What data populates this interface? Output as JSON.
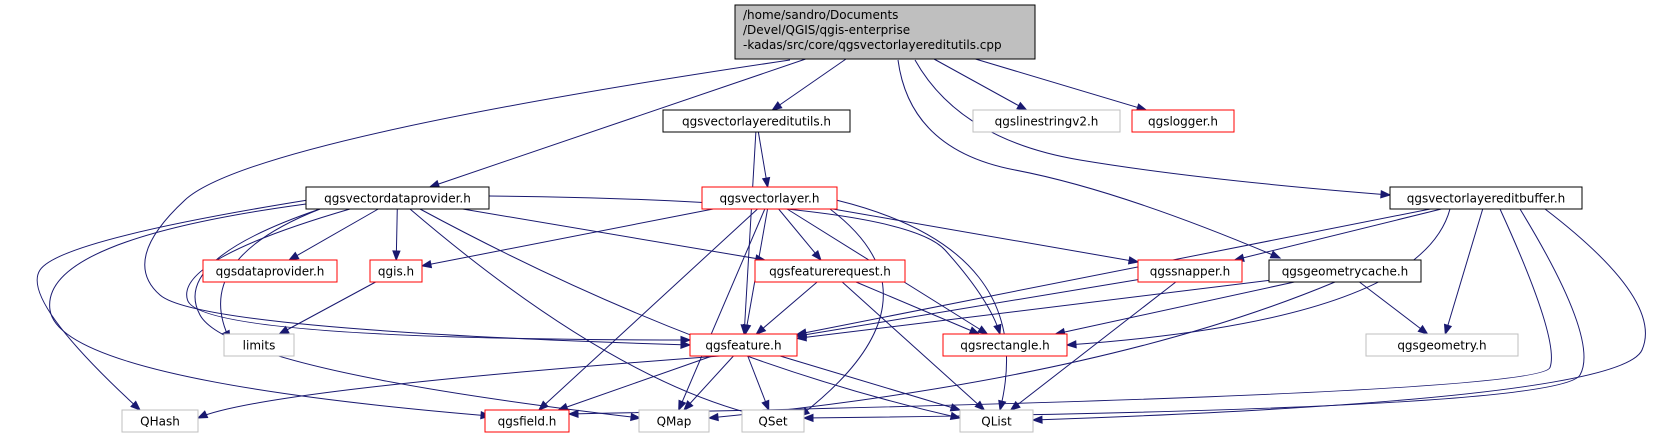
{
  "diagram": {
    "nodes": [
      {
        "id": "root",
        "lines": [
          "/home/sandro/Documents",
          "/Devel/QGIS/qgis-enterprise",
          "-kadas/src/core/qgsvectorlayereditutils.cpp"
        ],
        "border": "#000000",
        "fill": "#bfbfbf",
        "textColor": "#000000"
      },
      {
        "id": "editutils_h",
        "lines": [
          "qgsvectorlayereditutils.h"
        ],
        "border": "#000000",
        "fill": "#ffffff",
        "textColor": "#000000"
      },
      {
        "id": "linestring",
        "lines": [
          "qgslinestringv2.h"
        ],
        "border": "#bfbfbf",
        "fill": "#ffffff",
        "textColor": "#000000"
      },
      {
        "id": "logger",
        "lines": [
          "qgslogger.h"
        ],
        "border": "#ff0000",
        "fill": "#ffffff",
        "textColor": "#000000"
      },
      {
        "id": "editbuffer",
        "lines": [
          "qgsvectorlayereditbuffer.h"
        ],
        "border": "#000000",
        "fill": "#ffffff",
        "textColor": "#000000"
      },
      {
        "id": "dataprovider_v",
        "lines": [
          "qgsvectordataprovider.h"
        ],
        "border": "#000000",
        "fill": "#ffffff",
        "textColor": "#000000"
      },
      {
        "id": "vectorlayer",
        "lines": [
          "qgsvectorlayer.h"
        ],
        "border": "#ff0000",
        "fill": "#ffffff",
        "textColor": "#000000"
      },
      {
        "id": "dataprovider",
        "lines": [
          "qgsdataprovider.h"
        ],
        "border": "#ff0000",
        "fill": "#ffffff",
        "textColor": "#000000"
      },
      {
        "id": "qgis",
        "lines": [
          "qgis.h"
        ],
        "border": "#ff0000",
        "fill": "#ffffff",
        "textColor": "#000000"
      },
      {
        "id": "featurerequest",
        "lines": [
          "qgsfeaturerequest.h"
        ],
        "border": "#ff0000",
        "fill": "#ffffff",
        "textColor": "#000000"
      },
      {
        "id": "snapper",
        "lines": [
          "qgssnapper.h"
        ],
        "border": "#ff0000",
        "fill": "#ffffff",
        "textColor": "#000000"
      },
      {
        "id": "geomcache",
        "lines": [
          "qgsgeometrycache.h"
        ],
        "border": "#000000",
        "fill": "#ffffff",
        "textColor": "#000000"
      },
      {
        "id": "limits",
        "lines": [
          "limits"
        ],
        "border": "#bfbfbf",
        "fill": "#ffffff",
        "textColor": "#000000"
      },
      {
        "id": "feature",
        "lines": [
          "qgsfeature.h"
        ],
        "border": "#ff0000",
        "fill": "#ffffff",
        "textColor": "#000000"
      },
      {
        "id": "rectangle",
        "lines": [
          "qgsrectangle.h"
        ],
        "border": "#ff0000",
        "fill": "#ffffff",
        "textColor": "#000000"
      },
      {
        "id": "geometry",
        "lines": [
          "qgsgeometry.h"
        ],
        "border": "#bfbfbf",
        "fill": "#ffffff",
        "textColor": "#000000"
      },
      {
        "id": "qhash",
        "lines": [
          "QHash"
        ],
        "border": "#bfbfbf",
        "fill": "#ffffff",
        "textColor": "#000000"
      },
      {
        "id": "field",
        "lines": [
          "qgsfield.h"
        ],
        "border": "#ff0000",
        "fill": "#ffffff",
        "textColor": "#000000"
      },
      {
        "id": "qmap",
        "lines": [
          "QMap"
        ],
        "border": "#bfbfbf",
        "fill": "#ffffff",
        "textColor": "#000000"
      },
      {
        "id": "qset",
        "lines": [
          "QSet"
        ],
        "border": "#bfbfbf",
        "fill": "#ffffff",
        "textColor": "#000000"
      },
      {
        "id": "qlist",
        "lines": [
          "QList"
        ],
        "border": "#bfbfbf",
        "fill": "#ffffff",
        "textColor": "#000000"
      }
    ],
    "edges": [
      [
        "root",
        "editutils_h"
      ],
      [
        "root",
        "linestring"
      ],
      [
        "root",
        "logger"
      ],
      [
        "root",
        "editbuffer"
      ],
      [
        "root",
        "dataprovider_v"
      ],
      [
        "root",
        "feature"
      ],
      [
        "root",
        "geomcache"
      ],
      [
        "editutils_h",
        "vectorlayer"
      ],
      [
        "editutils_h",
        "feature"
      ],
      [
        "dataprovider_v",
        "dataprovider"
      ],
      [
        "dataprovider_v",
        "qgis"
      ],
      [
        "dataprovider_v",
        "featurerequest"
      ],
      [
        "dataprovider_v",
        "limits"
      ],
      [
        "dataprovider_v",
        "rectangle"
      ],
      [
        "dataprovider_v",
        "qhash"
      ],
      [
        "dataprovider_v",
        "field"
      ],
      [
        "dataprovider_v",
        "qmap"
      ],
      [
        "dataprovider_v",
        "qset"
      ],
      [
        "dataprovider_v",
        "qlist"
      ],
      [
        "dataprovider_v",
        "feature"
      ],
      [
        "vectorlayer",
        "qgis"
      ],
      [
        "vectorlayer",
        "featurerequest"
      ],
      [
        "vectorlayer",
        "snapper"
      ],
      [
        "vectorlayer",
        "feature"
      ],
      [
        "vectorlayer",
        "field"
      ],
      [
        "vectorlayer",
        "qmap"
      ],
      [
        "vectorlayer",
        "qset"
      ],
      [
        "vectorlayer",
        "qlist"
      ],
      [
        "vectorlayer",
        "rectangle"
      ],
      [
        "qgis",
        "limits"
      ],
      [
        "featurerequest",
        "feature"
      ],
      [
        "featurerequest",
        "rectangle"
      ],
      [
        "featurerequest",
        "qlist"
      ],
      [
        "snapper",
        "feature"
      ],
      [
        "snapper",
        "qlist"
      ],
      [
        "geomcache",
        "feature"
      ],
      [
        "geomcache",
        "rectangle"
      ],
      [
        "geomcache",
        "geometry"
      ],
      [
        "geomcache",
        "qmap"
      ],
      [
        "editbuffer",
        "snapper"
      ],
      [
        "editbuffer",
        "feature"
      ],
      [
        "editbuffer",
        "rectangle"
      ],
      [
        "editbuffer",
        "geometry"
      ],
      [
        "editbuffer",
        "field"
      ],
      [
        "editbuffer",
        "qset"
      ],
      [
        "editbuffer",
        "qlist"
      ],
      [
        "feature",
        "qhash"
      ],
      [
        "feature",
        "field"
      ],
      [
        "feature",
        "qmap"
      ],
      [
        "feature",
        "qset"
      ],
      [
        "feature",
        "qlist"
      ]
    ],
    "edgeColor": "#191970"
  }
}
